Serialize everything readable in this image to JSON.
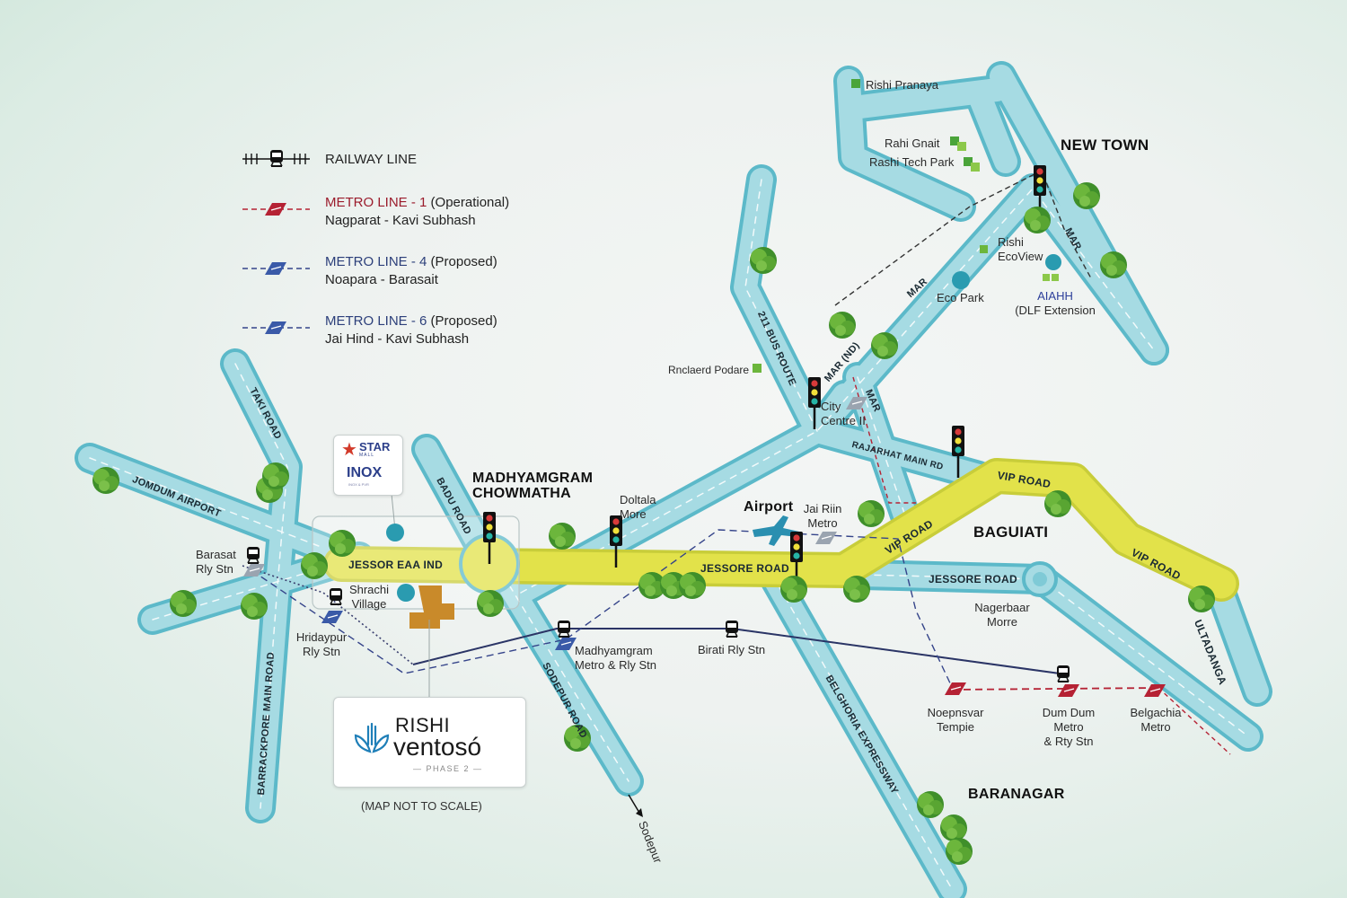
{
  "legend": {
    "railway": {
      "label": "RAILWAY LINE",
      "icon": "railway-train-icon"
    },
    "metro1": {
      "title": "METRO LINE - ",
      "num": "1",
      "status": " (Operational)",
      "route": "Nagparat - Kavi Subhash",
      "color": "#9b1c2c",
      "icon": "metro-line-1-icon"
    },
    "metro4": {
      "title": "METRO LINE - ",
      "num": "4",
      "status": " (Proposed)",
      "route": "Noapara - Barasait",
      "color": "#2c3f7a",
      "icon": "metro-line-4-icon"
    },
    "metro6": {
      "title": "METRO LINE - ",
      "num": "6",
      "status": " (Proposed)",
      "route": "Jai Hind - Kavi Subhash",
      "color": "#2c3f7a",
      "icon": "metro-line-6-icon"
    }
  },
  "areas": {
    "new_town": "NEW TOWN",
    "madhyamgram_1": "MADHYAMGRAM",
    "madhyamgram_2": "CHOWMATHA",
    "baguiati": "BAGUIATI",
    "baranagar": "BARANAGAR",
    "airport": "Airport"
  },
  "roads": {
    "jessore_main": "JESSORE ROAD",
    "jessore_west": "JESSOR EAA IND",
    "jessore_east": "JESSORE ROAD",
    "vip1": "VIP ROAD",
    "vip2": "VIP ROAD",
    "vip3": "VIP ROAD",
    "taki": "TAKI ROAD",
    "jessore_airport": "JOMDUM AIRPORT",
    "badu": "BADU ROAD",
    "barrackpore": "BARRACKPORE MAIN ROAD",
    "sodepur_road": "SODEPUR ROAD",
    "bus_route": "211 BUS ROUTE",
    "mar_ind": "MAR (ND)",
    "mar1": "MAR",
    "mar2": "MAR",
    "mar3": "MAR",
    "rajarhat": "RAJARHAT MAIN RD",
    "belghoria": "BELGHORIA EXPRESSWAY",
    "ultadanga": "ULTADANGA"
  },
  "places": {
    "rishi_pranaya": "Rishi Pranaya",
    "rahi_gnat": "Rahi Gnait",
    "rashi_tech": "Rashi Tech Park",
    "rishi_ecoview_1": "Rishi",
    "rishi_ecoview_2": "EcoView",
    "eco_park": "Eco Park",
    "dlf_1": "AIAHH",
    "dlf_2": "(DLF Extension",
    "enclave": "Rnclaerd Podare",
    "city_centre_1": "City",
    "city_centre_2": "Centre II",
    "jai_hind_1": "Jai Riin",
    "jai_hind_2": "Metro",
    "doltala_1": "Doltala",
    "doltala_2": "More",
    "barasat_1": "Barasat",
    "barasat_2": "Rly Stn",
    "shrachi_1": "Shrachi",
    "shrachi_2": "Village",
    "hridaypur_1": "Hridaypur",
    "hridaypur_2": "Rly Stn",
    "madhyamgram_stn_1": "Madhyamgram",
    "madhyamgram_stn_2": "Metro & Rly Stn",
    "birati": "Birati Rly Stn",
    "nagerbazar_1": "Nagerbaar",
    "nagerbazar_2": "Morre",
    "noapara_1": "Noepnsvar",
    "noapara_2": "Tempie",
    "dumdum_1": "Dum Dum",
    "dumdum_2": "Metro",
    "dumdum_3": "& Rty Stn",
    "belgachia_1": "Belgachia",
    "belgachia_2": "Metro",
    "sodepur": "Sodepur"
  },
  "callouts": {
    "star_mall": {
      "brand1": "STAR",
      "brand1_sub": "MALL",
      "brand2": "INOX",
      "brand2_sub": "INOX & PVR"
    },
    "project": {
      "name1": "RISHI",
      "name2": "ventosó",
      "phase": "— PHASE 2 —"
    }
  },
  "note": "(MAP NOT TO SCALE)",
  "colors": {
    "road_fill": "#a6dbe3",
    "road_edge": "#5cb9c9",
    "highlight_road": "#e2e24a",
    "highlight_edge": "#c8cd3a",
    "metro1": "#b52234",
    "metro_blue": "#35448a",
    "poi_teal": "#2a9bb0",
    "poi_green": "#5aa83a",
    "project_plot": "#c98a2a"
  }
}
